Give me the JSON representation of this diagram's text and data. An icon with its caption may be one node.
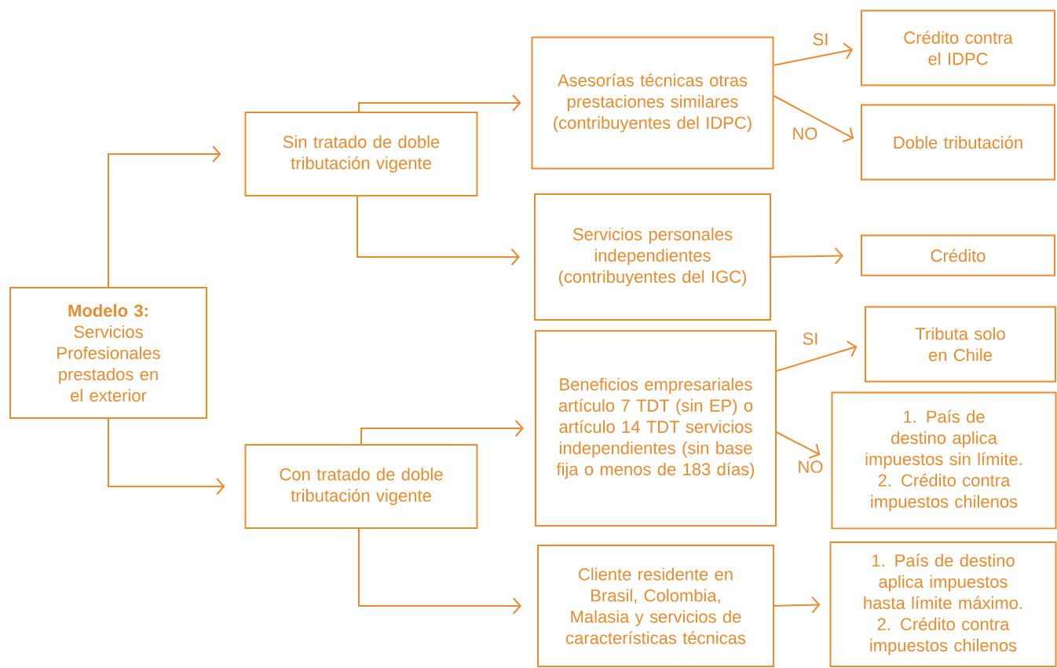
{
  "diagram": {
    "nodes": [
      {
        "text": [
          "Modelo 3:",
          "Servicios Profesionales prestados en el exterior"
        ]
      },
      {
        "text": [
          "Sin tratado de doble tributación vigente"
        ]
      },
      {
        "text": [
          "Con tratado de doble tributación vigente"
        ]
      },
      {
        "text": [
          "Asesorías técnicas otras prestaciones similares (contribuyentes del IDPC)"
        ]
      },
      {
        "text": [
          "Crédito contra el IDPC"
        ]
      },
      {
        "text": [
          "Doble tributación"
        ]
      },
      {
        "text": [
          "Servicios personales independientes (contribuyentes del IGC)"
        ]
      },
      {
        "text": [
          "Crédito"
        ]
      },
      {
        "text": [
          "Beneficios empresariales artículo 7 TDT (sin EP) o artículo 14 TDT servicios independientes (sin base fija o menos de 183 días)"
        ]
      },
      {
        "text": [
          "Tributa solo en Chile"
        ]
      },
      {
        "text": [
          "1. País de destino aplica impuestos sin límite.",
          "2. Crédito contra impuestos chilenos"
        ]
      },
      {
        "text": [
          "Cliente residente en Brasil, Colombia, Malasia y servicios de características técnicas"
        ]
      },
      {
        "text": [
          "1. País de destino aplica impuestos hasta límite máximo.",
          "2. Crédito contra impuestos chilenos"
        ]
      }
    ],
    "edges": [
      {
        "from": 0,
        "to": 1,
        "arrow": "to"
      },
      {
        "from": 0,
        "to": 2,
        "arrow": "to"
      },
      {
        "from": 1,
        "to": 3,
        "arrow": "to"
      },
      {
        "from": 1,
        "to": 6,
        "arrow": "to"
      },
      {
        "from": 3,
        "to": 4,
        "arrow": "to",
        "label": "SI"
      },
      {
        "from": 3,
        "to": 5,
        "arrow": "to",
        "label": "NO"
      },
      {
        "from": 6,
        "to": 7,
        "arrow": "to"
      },
      {
        "from": 2,
        "to": 8,
        "arrow": "to"
      },
      {
        "from": 2,
        "to": 11,
        "arrow": "to"
      },
      {
        "from": 8,
        "to": 9,
        "arrow": "to",
        "label": "SI"
      },
      {
        "from": 8,
        "to": 10,
        "arrow": "to",
        "label": "NO"
      },
      {
        "from": 11,
        "to": 12,
        "arrow": "to"
      }
    ]
  }
}
